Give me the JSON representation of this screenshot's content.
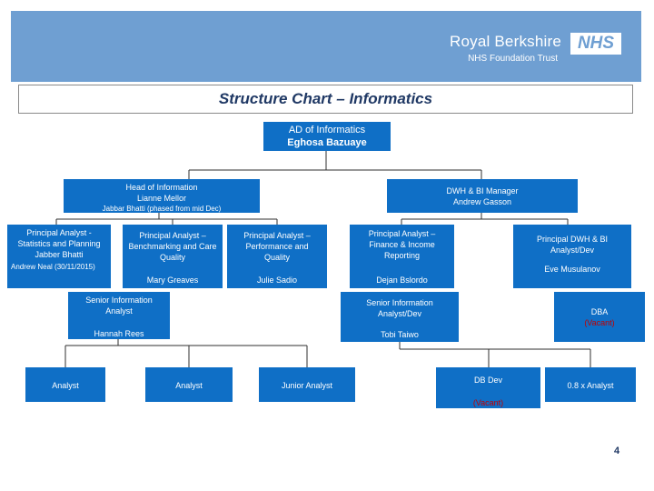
{
  "header": {
    "org_name": "Royal Berkshire",
    "nhs_badge": "NHS",
    "org_sub": "NHS Foundation Trust"
  },
  "title": "Structure Chart – Informatics",
  "ad": {
    "role": "AD of Informatics",
    "name": "Eghosa Bazuaye"
  },
  "head_info": {
    "role": "Head of Information",
    "name": "Lianne Mellor",
    "note": "Jabbar Bhatti (phased from mid Dec)"
  },
  "dwh_manager": {
    "role": "DWH & BI Manager",
    "name": "Andrew Gasson"
  },
  "principal_stats": {
    "role": "Principal Analyst - Statistics and Planning",
    "name": "Jabber Bhatti",
    "extra": "Andrew Neal (30/11/2015)"
  },
  "principal_bench": {
    "role": "Principal Analyst – Benchmarking and Care Quality",
    "name": "Mary Greaves"
  },
  "principal_perf": {
    "role": "Principal Analyst – Performance and Quality",
    "name": "Julie Sadio"
  },
  "principal_finance": {
    "role": "Principal Analyst – Finance & Income Reporting",
    "name": "Dejan Bslordo"
  },
  "principal_dwh": {
    "role": "Principal DWH & BI Analyst/Dev",
    "name": "Eve Musulanov"
  },
  "senior_info": {
    "role": "Senior Information Analyst",
    "name": "Hannah Rees"
  },
  "senior_dev": {
    "role": "Senior Information Analyst/Dev",
    "name": "Tobi Taiwo"
  },
  "dba": {
    "role": "DBA",
    "status": "(Vacant)"
  },
  "analyst_1": {
    "role": "Analyst"
  },
  "analyst_2": {
    "role": "Analyst"
  },
  "junior": {
    "role": "Junior Analyst"
  },
  "db_dev": {
    "role": "DB Dev",
    "status": "(Vacant)"
  },
  "analyst_08": {
    "role": "0.8 x Analyst"
  },
  "page_number": "4",
  "colors": {
    "box_blue": "#0f6fc6",
    "header_blue": "#6f9fd2",
    "vacant_red": "#c00000"
  }
}
